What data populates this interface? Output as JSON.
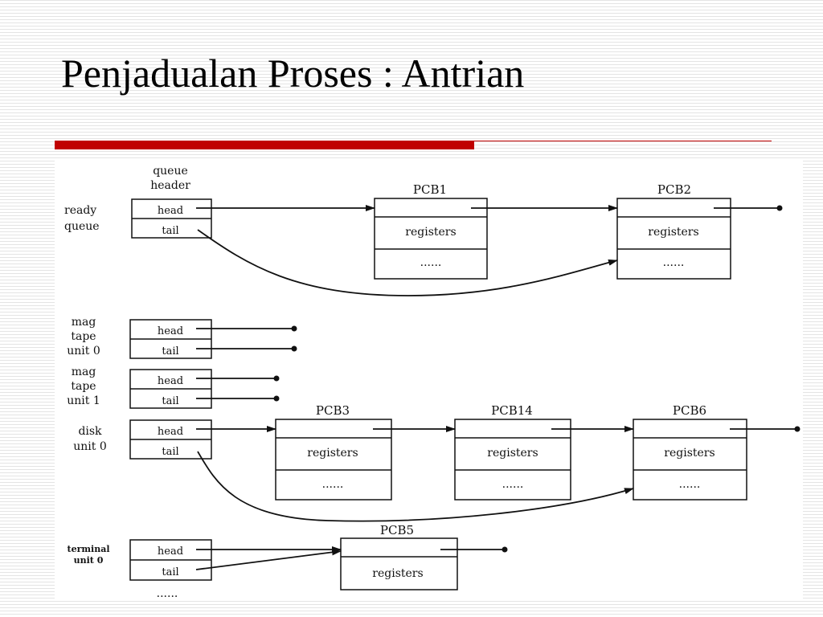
{
  "slide": {
    "title": "Penjadualan Proses : Antrian",
    "accent_color": "#c00000"
  },
  "diagram": {
    "header_caption_1": "queue",
    "header_caption_2": "header",
    "head_label": "head",
    "tail_label": "tail",
    "registers_label": "registers",
    "dots_label": "......",
    "queues": {
      "ready": {
        "line1": "ready",
        "line2": "queue"
      },
      "mag0": {
        "line1": "mag",
        "line2": "tape",
        "line3": "unit 0"
      },
      "mag1": {
        "line1": "mag",
        "line2": "tape",
        "line3": "unit 1"
      },
      "disk": {
        "line1": "disk",
        "line2": "unit 0"
      },
      "terminal": {
        "line1": "terminal",
        "line2": "unit 0"
      }
    },
    "more_queues": "......",
    "pcbs": {
      "pcb1": "PCB1",
      "pcb2": "PCB2",
      "pcb3": "PCB3",
      "pcb14": "PCB14",
      "pcb6": "PCB6",
      "pcb5": "PCB5"
    }
  }
}
